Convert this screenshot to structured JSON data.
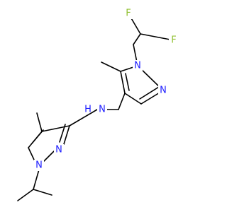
{
  "colors": {
    "bond": "#000000",
    "N": "#2020ff",
    "F": "#90c030"
  },
  "atoms": {
    "F_top": "F",
    "F_right": "F",
    "N1_upper": "N",
    "N2_upper": "N",
    "N_amine": "N",
    "H_amine": "H",
    "N2_lower": "N",
    "N1_lower": "N"
  }
}
